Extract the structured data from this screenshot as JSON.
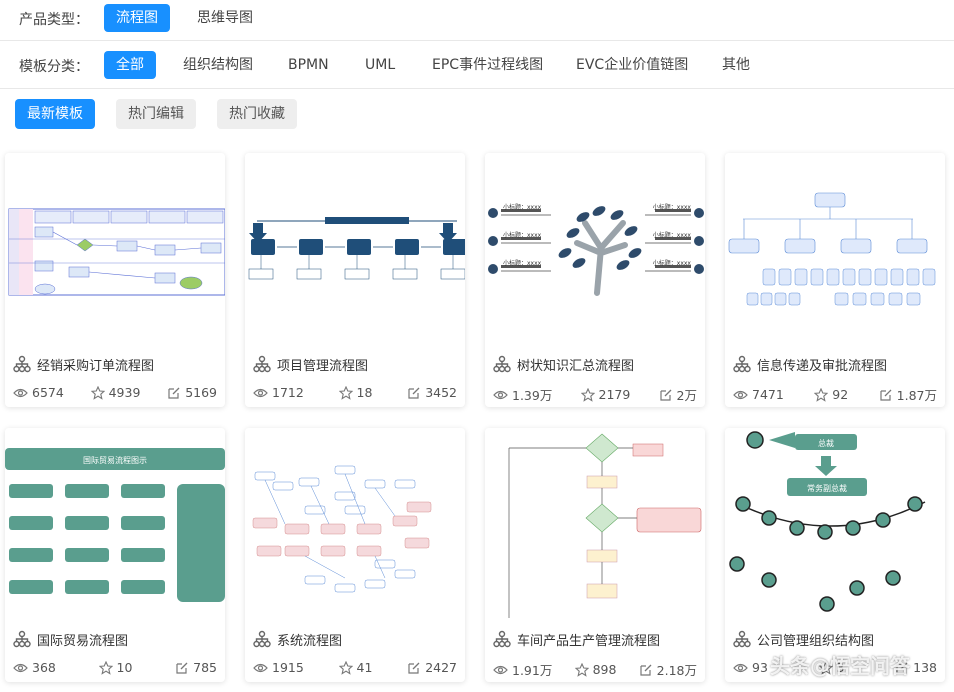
{
  "filters": {
    "product_label": "产品类型：",
    "product_types": [
      "流程图",
      "思维导图"
    ],
    "category_label": "模板分类：",
    "categories": [
      "全部",
      "组织结构图",
      "BPMN",
      "UML",
      "EPC事件过程线图",
      "EVC企业价值链图",
      "其他"
    ],
    "sort_tabs": [
      "最新模板",
      "热门编辑",
      "热门收藏"
    ]
  },
  "cards": [
    {
      "title": "经销采购订单流程图",
      "views": "6574",
      "likes": "4939",
      "edits": "5169"
    },
    {
      "title": "项目管理流程图",
      "views": "1712",
      "likes": "18",
      "edits": "3452"
    },
    {
      "title": "树状知识汇总流程图",
      "views": "1.39万",
      "likes": "2179",
      "edits": "2万"
    },
    {
      "title": "信息传递及审批流程图",
      "views": "7471",
      "likes": "92",
      "edits": "1.87万"
    },
    {
      "title": "国际贸易流程图",
      "views": "368",
      "likes": "10",
      "edits": "785"
    },
    {
      "title": "系统流程图",
      "views": "1915",
      "likes": "41",
      "edits": "2427"
    },
    {
      "title": "车间产品生产管理流程图",
      "views": "1.91万",
      "likes": "898",
      "edits": "2.18万"
    },
    {
      "title": "公司管理组织结构图",
      "views": "93",
      "likes": "3",
      "edits": "138"
    }
  ],
  "thumb_text": {
    "trade_title": "国际贸易流程图示",
    "tree_sub": "小标题：xxxx",
    "org_top": "总裁",
    "org_mid": "常务副总裁"
  },
  "watermark": "头条@悟空问答",
  "colors": {
    "accent": "#1890ff",
    "teal": "#5a9e8e",
    "navy": "#1f4e79"
  }
}
